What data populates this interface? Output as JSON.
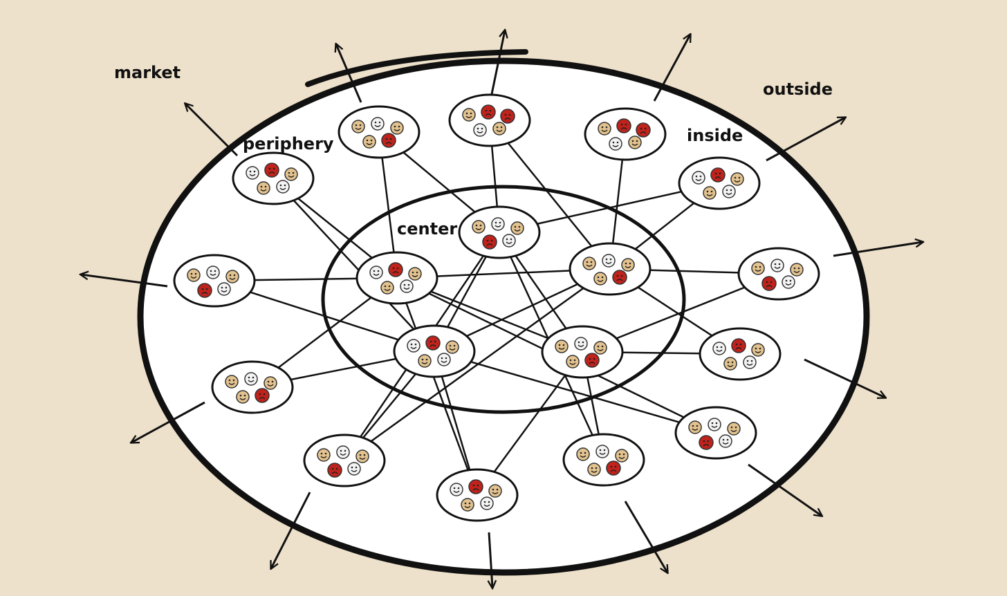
{
  "labels": {
    "market": "market",
    "outside": "outside",
    "periphery": "periphery",
    "inside": "inside",
    "center": "center"
  },
  "colors": {
    "background": "#eee1cb",
    "field": "#ffffff",
    "ink": "#111111",
    "face_tan": "#e2c28e",
    "face_red": "#c0221c",
    "face_white": "#f4f4f4"
  }
}
